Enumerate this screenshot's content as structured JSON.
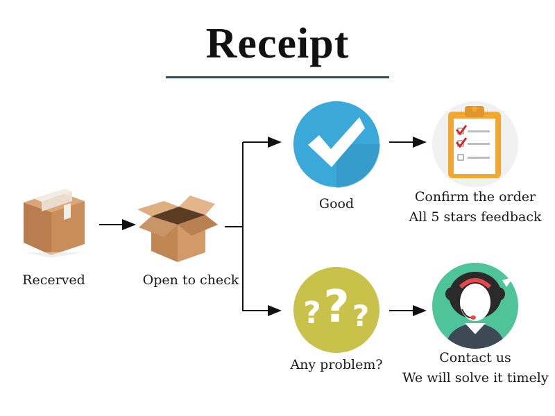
{
  "title": "Receipt",
  "steps": {
    "received": {
      "label": "Recerved"
    },
    "open": {
      "label": "Open to check"
    },
    "good": {
      "label": "Good"
    },
    "problem": {
      "label": "Any problem?"
    },
    "confirm": {
      "line1": "Confirm the order",
      "line2": "All 5 stars feedback"
    },
    "contact": {
      "line1": "Contact us",
      "line2": "We will solve it timely"
    }
  },
  "icons": {
    "received": "closed-box-icon",
    "open": "open-box-icon",
    "good": "checkmark-icon",
    "problem": "question-marks-icon",
    "confirm": "clipboard-checklist-icon",
    "contact": "customer-service-agent-icon"
  },
  "colors": {
    "title_rule": "#2f4a5d",
    "good_circle": "#3aa8d8",
    "problem_circle": "#c9c24a",
    "contact_circle": "#4fc49b",
    "clipboard": "#f3a733"
  }
}
